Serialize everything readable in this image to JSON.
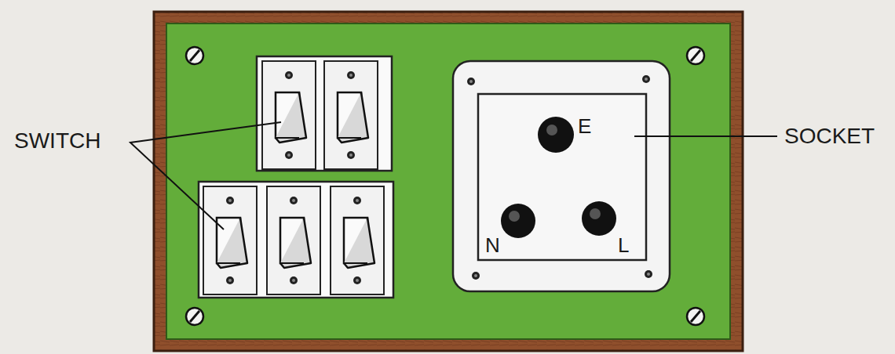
{
  "diagram": {
    "labels": [
      "SWITCH",
      "SOCKET",
      "E",
      "N",
      "L"
    ]
  }
}
